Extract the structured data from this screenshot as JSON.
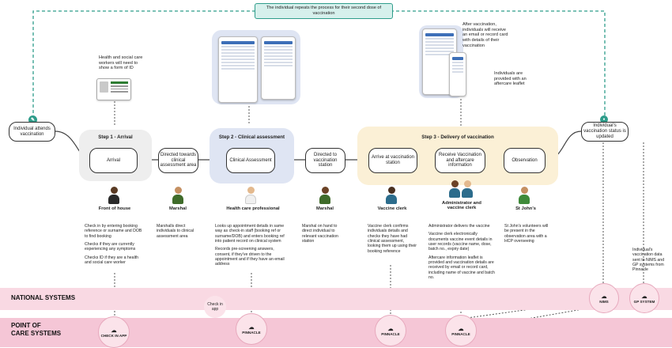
{
  "banner": {
    "text": "The individual repeats the process for their second dose of vaccination"
  },
  "start_node": {
    "label": "Individual attends vaccination"
  },
  "end_node": {
    "label": "Individual's vaccination status is updated"
  },
  "id_note": "Health and social care workers will need to show a form of ID",
  "after_vacc_note": "After vaccination, individuals will receive an email or record card with details of their vaccination",
  "leaflet_note": "Individuals are provided with an aftercare leaflet",
  "steps": [
    {
      "title": "Step 1 - Arrival"
    },
    {
      "title": "Step 2 - Clinical assessment"
    },
    {
      "title": "Step 3 - Delivery of vaccination"
    }
  ],
  "nodes": {
    "arrival": "Arrival",
    "directed_clinical": "Directed towards clinical assessment area",
    "clinical_assessment": "Clinical Assessment",
    "directed_station": "Directed to vaccination station",
    "arrive_station": "Arrive at vaccination station",
    "receive_vacc": "Receive Vaccination and aftercare information",
    "observation": "Observation"
  },
  "roles": {
    "front": "Front of house",
    "marshal1": "Marshal",
    "hcp": "Health care professional",
    "marshal2": "Marshal",
    "clerk": "Vaccine clerk",
    "admin": "Administrator and vaccine clerk",
    "stjohns": "St John's"
  },
  "descriptions": {
    "front": [
      "Check in by entering booking reference or surname and DOB to find booking",
      "Checks if they are currently experiencing any symptoms",
      "Checks ID if they are a health and social care worker"
    ],
    "marshal1": [
      "Marshalls direct individuals to clinical assessment area"
    ],
    "hcp": [
      "Looks up appointment details in same way as check-in staff (booking ref or surname/DOB) and enters booking ref into patient record on clinical system",
      "Records pre-screening answers, consent, if they've driven to the appointment and if they have an email address"
    ],
    "marshal2": [
      "Marshal on hand to direct individual to relevant vaccination station"
    ],
    "clerk": [
      "Vaccine clerk confirms individuals details and checks they have had clinical assessment, looking them up using their booking reference"
    ],
    "admin": [
      "Administrator delivers the vaccine",
      "Vaccine clerk electronically documents vaccine event details in user records (vaccine name, dose, batch no., expiry date)",
      "Aftercare information leaflet is provided and vaccination details are received by email or record card, including name of vaccine and batch no."
    ],
    "stjohns": [
      "St John's volunteers will be present in the observation area with a HCP overseeing"
    ],
    "gp_note": "Individual's vaccination data sent to NIMS and GP systems from Pinnacle"
  },
  "systems": {
    "national_label": "NATIONAL SYSTEMS",
    "poc_label_1": "POINT OF",
    "poc_label_2": "CARE SYSTEMS",
    "check_in_app_note": "Check in app",
    "check_in_app": "CHECK IN APP",
    "pinnacle1": "PINNACLE",
    "pinnacle2": "PINNACLE",
    "pinnacle3": "PINNACLE",
    "nims": "NIMS",
    "gp_system": "GP SYSTEM"
  },
  "colors": {
    "teal": "#2f9d8b",
    "step1_bg": "#eeeeee",
    "step2_bg": "#dfe5f3",
    "step3_bg": "#fbf0d6",
    "national_band": "#f9d9e3",
    "poc_band": "#f5c6d6",
    "banner_bg": "#d6f0ec"
  }
}
